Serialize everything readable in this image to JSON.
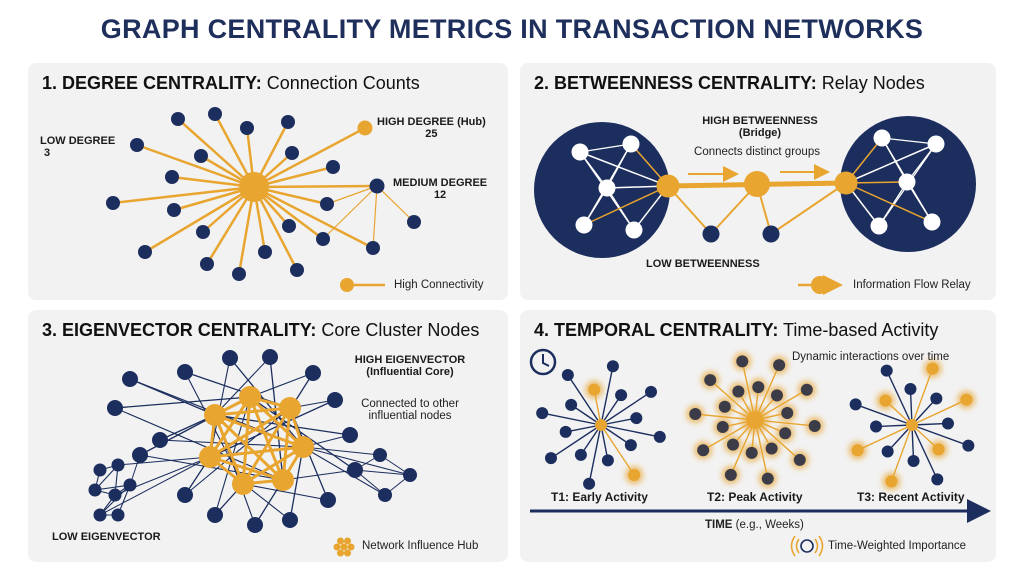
{
  "title": "GRAPH CENTRALITY METRICS IN TRANSACTION NETWORKS",
  "colors": {
    "navy": "#1c2e5e",
    "gold": "#e8a530",
    "panel": "#f2f2f2"
  },
  "panels": [
    {
      "heading_bold": "1. DEGREE CENTRALITY:",
      "heading_rest": " Connection Counts",
      "labels": {
        "low": "LOW DEGREE",
        "low_value": "3",
        "high": "HIGH DEGREE (Hub)",
        "high_value": "25",
        "medium": "MEDIUM DEGREE",
        "medium_value": "12"
      },
      "legend": "High Connectivity"
    },
    {
      "heading_bold": "2. BETWEENNESS CENTRALITY:",
      "heading_rest": " Relay Nodes",
      "labels": {
        "high": "HIGH BETWEENNESS",
        "high_sub": "(Bridge)",
        "desc": "Connects distinct groups",
        "low": "LOW BETWEENNESS"
      },
      "legend": "Information Flow Relay"
    },
    {
      "heading_bold": "3. EIGENVECTOR CENTRALITY:",
      "heading_rest": " Core Cluster Nodes",
      "labels": {
        "high": "HIGH EIGENVECTOR",
        "high_sub": "(Influential Core)",
        "desc1": "Connected to other",
        "desc2": "influential nodes",
        "low": "LOW EIGENVECTOR"
      },
      "legend": "Network Influence Hub"
    },
    {
      "heading_bold": "4. TEMPORAL CENTRALITY:",
      "heading_rest": " Time-based Activity",
      "labels": {
        "desc": "Dynamic interactions over time",
        "t1": "T1: Early Activity",
        "t2": "T2: Peak Activity",
        "t3": "T3: Recent Activity",
        "axis_bold": "TIME",
        "axis_rest": " (e.g., Weeks)"
      },
      "legend": "Time-Weighted Importance"
    }
  ]
}
